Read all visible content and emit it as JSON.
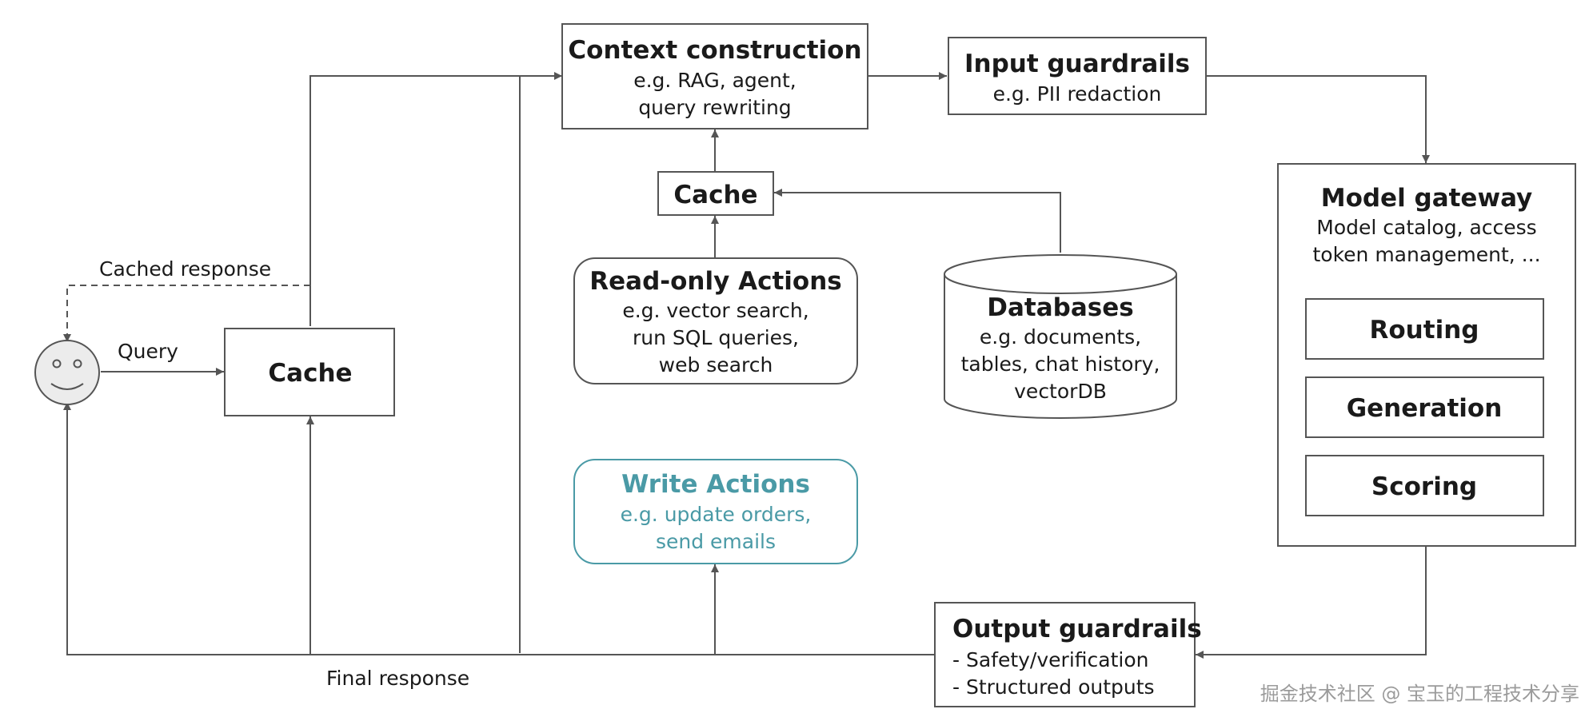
{
  "nodes": {
    "context": {
      "title": "Context construction",
      "lines": [
        "e.g. RAG, agent,",
        "query rewriting"
      ]
    },
    "input_guardrails": {
      "title": "Input guardrails",
      "lines": [
        "e.g. PII redaction"
      ]
    },
    "cache_top": {
      "title": "Cache"
    },
    "cache_main": {
      "title": "Cache"
    },
    "read_actions": {
      "title": "Read-only Actions",
      "lines": [
        "e.g. vector search,",
        "run SQL queries,",
        "web search"
      ]
    },
    "databases": {
      "title": "Databases",
      "lines": [
        "e.g. documents,",
        "tables, chat history,",
        "vectorDB"
      ]
    },
    "write_actions": {
      "title": "Write Actions",
      "lines": [
        "e.g. update orders,",
        "send emails"
      ]
    },
    "model_gateway": {
      "title": "Model gateway",
      "lines": [
        "Model catalog, access",
        "token management, ..."
      ],
      "modules": [
        "Routing",
        "Generation",
        "Scoring"
      ]
    },
    "output_guardrails": {
      "title": "Output guardrails",
      "lines": [
        "- Safety/verification",
        "- Structured outputs"
      ]
    }
  },
  "edge_labels": {
    "cached_response": "Cached response",
    "query": "Query",
    "final_response": "Final response"
  },
  "colors": {
    "stroke": "#555555",
    "text": "#1a1a1a",
    "write_accent": "#4a9aa6"
  },
  "watermark": "掘金技术社区 @ 宝玉的工程技术分享"
}
